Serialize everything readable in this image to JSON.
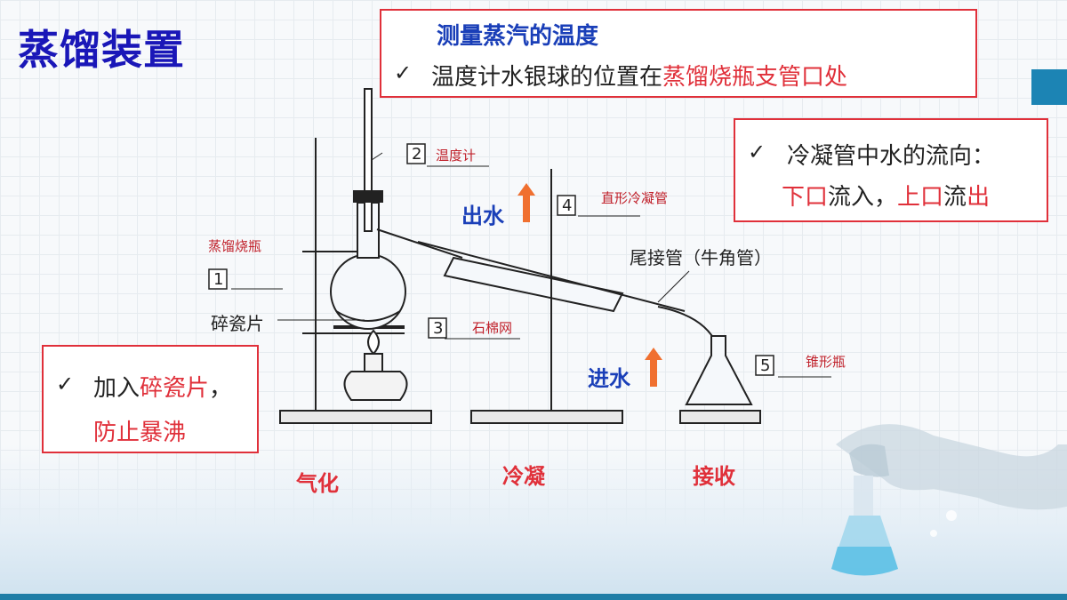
{
  "slide_title": "蒸馏装置",
  "box_temperature": {
    "heading": "测量蒸汽的温度",
    "check": "✓",
    "line_prefix": "温度计水银球的位置在",
    "line_highlight": "蒸馏烧瓶支管口处"
  },
  "box_condenser": {
    "check": "✓",
    "line1": "冷凝管中水的流向：",
    "line2_p1": "下口",
    "line2_p2": "流入，",
    "line2_p3": "上口",
    "line2_p4": "流",
    "line2_p5": "出"
  },
  "box_chips": {
    "check": "✓",
    "line1_prefix": "加入",
    "line1_highlight": "碎瓷片",
    "line1_suffix": "，",
    "line2": "防止暴沸"
  },
  "diagram": {
    "labels": {
      "thermometer": "温度计",
      "flask": "蒸馏烧瓶",
      "asbestos": "石棉网",
      "condenser": "直形冷凝管",
      "receiver_flask": "锥形瓶"
    },
    "printed": {
      "chips": "碎瓷片",
      "adapter": "尾接管（牛角管）"
    },
    "numbers": [
      "1",
      "2",
      "3",
      "4",
      "5"
    ],
    "water_out": "出水",
    "water_in": "进水"
  },
  "stages": [
    "气化",
    "冷凝",
    "接收"
  ],
  "colors": {
    "title": "#1a17b8",
    "highlight": "#e0303a",
    "arrow": "#f07030",
    "water_label": "#1a3fb8"
  }
}
